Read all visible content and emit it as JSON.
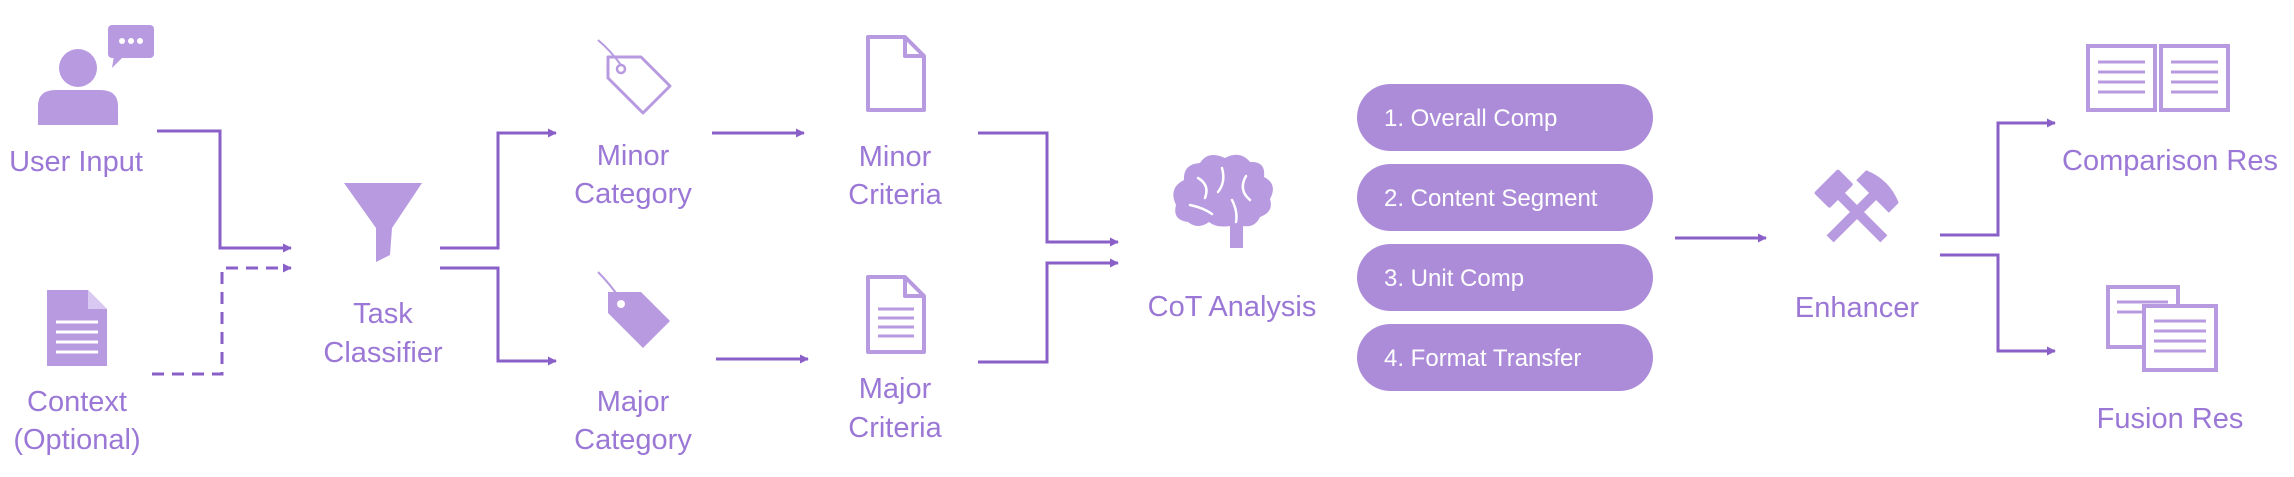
{
  "nodes": {
    "user_input": "User Input",
    "context_line1": "Context",
    "context_line2": "(Optional)",
    "task_line1": "Task",
    "task_line2": "Classifier",
    "minor_cat_line1": "Minor",
    "minor_cat_line2": "Category",
    "major_cat_line1": "Major",
    "major_cat_line2": "Category",
    "minor_crit_line1": "Minor",
    "minor_crit_line2": "Criteria",
    "major_crit_line1": "Major",
    "major_crit_line2": "Criteria",
    "cot": "CoT Analysis",
    "enhancer": "Enhancer",
    "comparison_res": "Comparison Res",
    "fusion_res": "Fusion Res"
  },
  "steps": [
    "1. Overall Comp",
    "2. Content Segment",
    "3. Unit Comp",
    "4. Format Transfer"
  ],
  "icons": {
    "user": "user-speech-icon",
    "context": "document-icon",
    "task": "funnel-icon",
    "minor_cat": "tag-outline-icon",
    "major_cat": "tag-filled-icon",
    "minor_crit": "blank-document-icon",
    "major_crit": "lined-document-icon",
    "cot": "brain-icon",
    "enhancer": "hammer-pick-icon",
    "comparison": "open-book-icon",
    "fusion": "stacked-documents-icon"
  },
  "colors": {
    "text": "#9b78d6",
    "icon": "#b89ae0",
    "line": "#8a5fc8",
    "pill": "#ac8cd8"
  }
}
